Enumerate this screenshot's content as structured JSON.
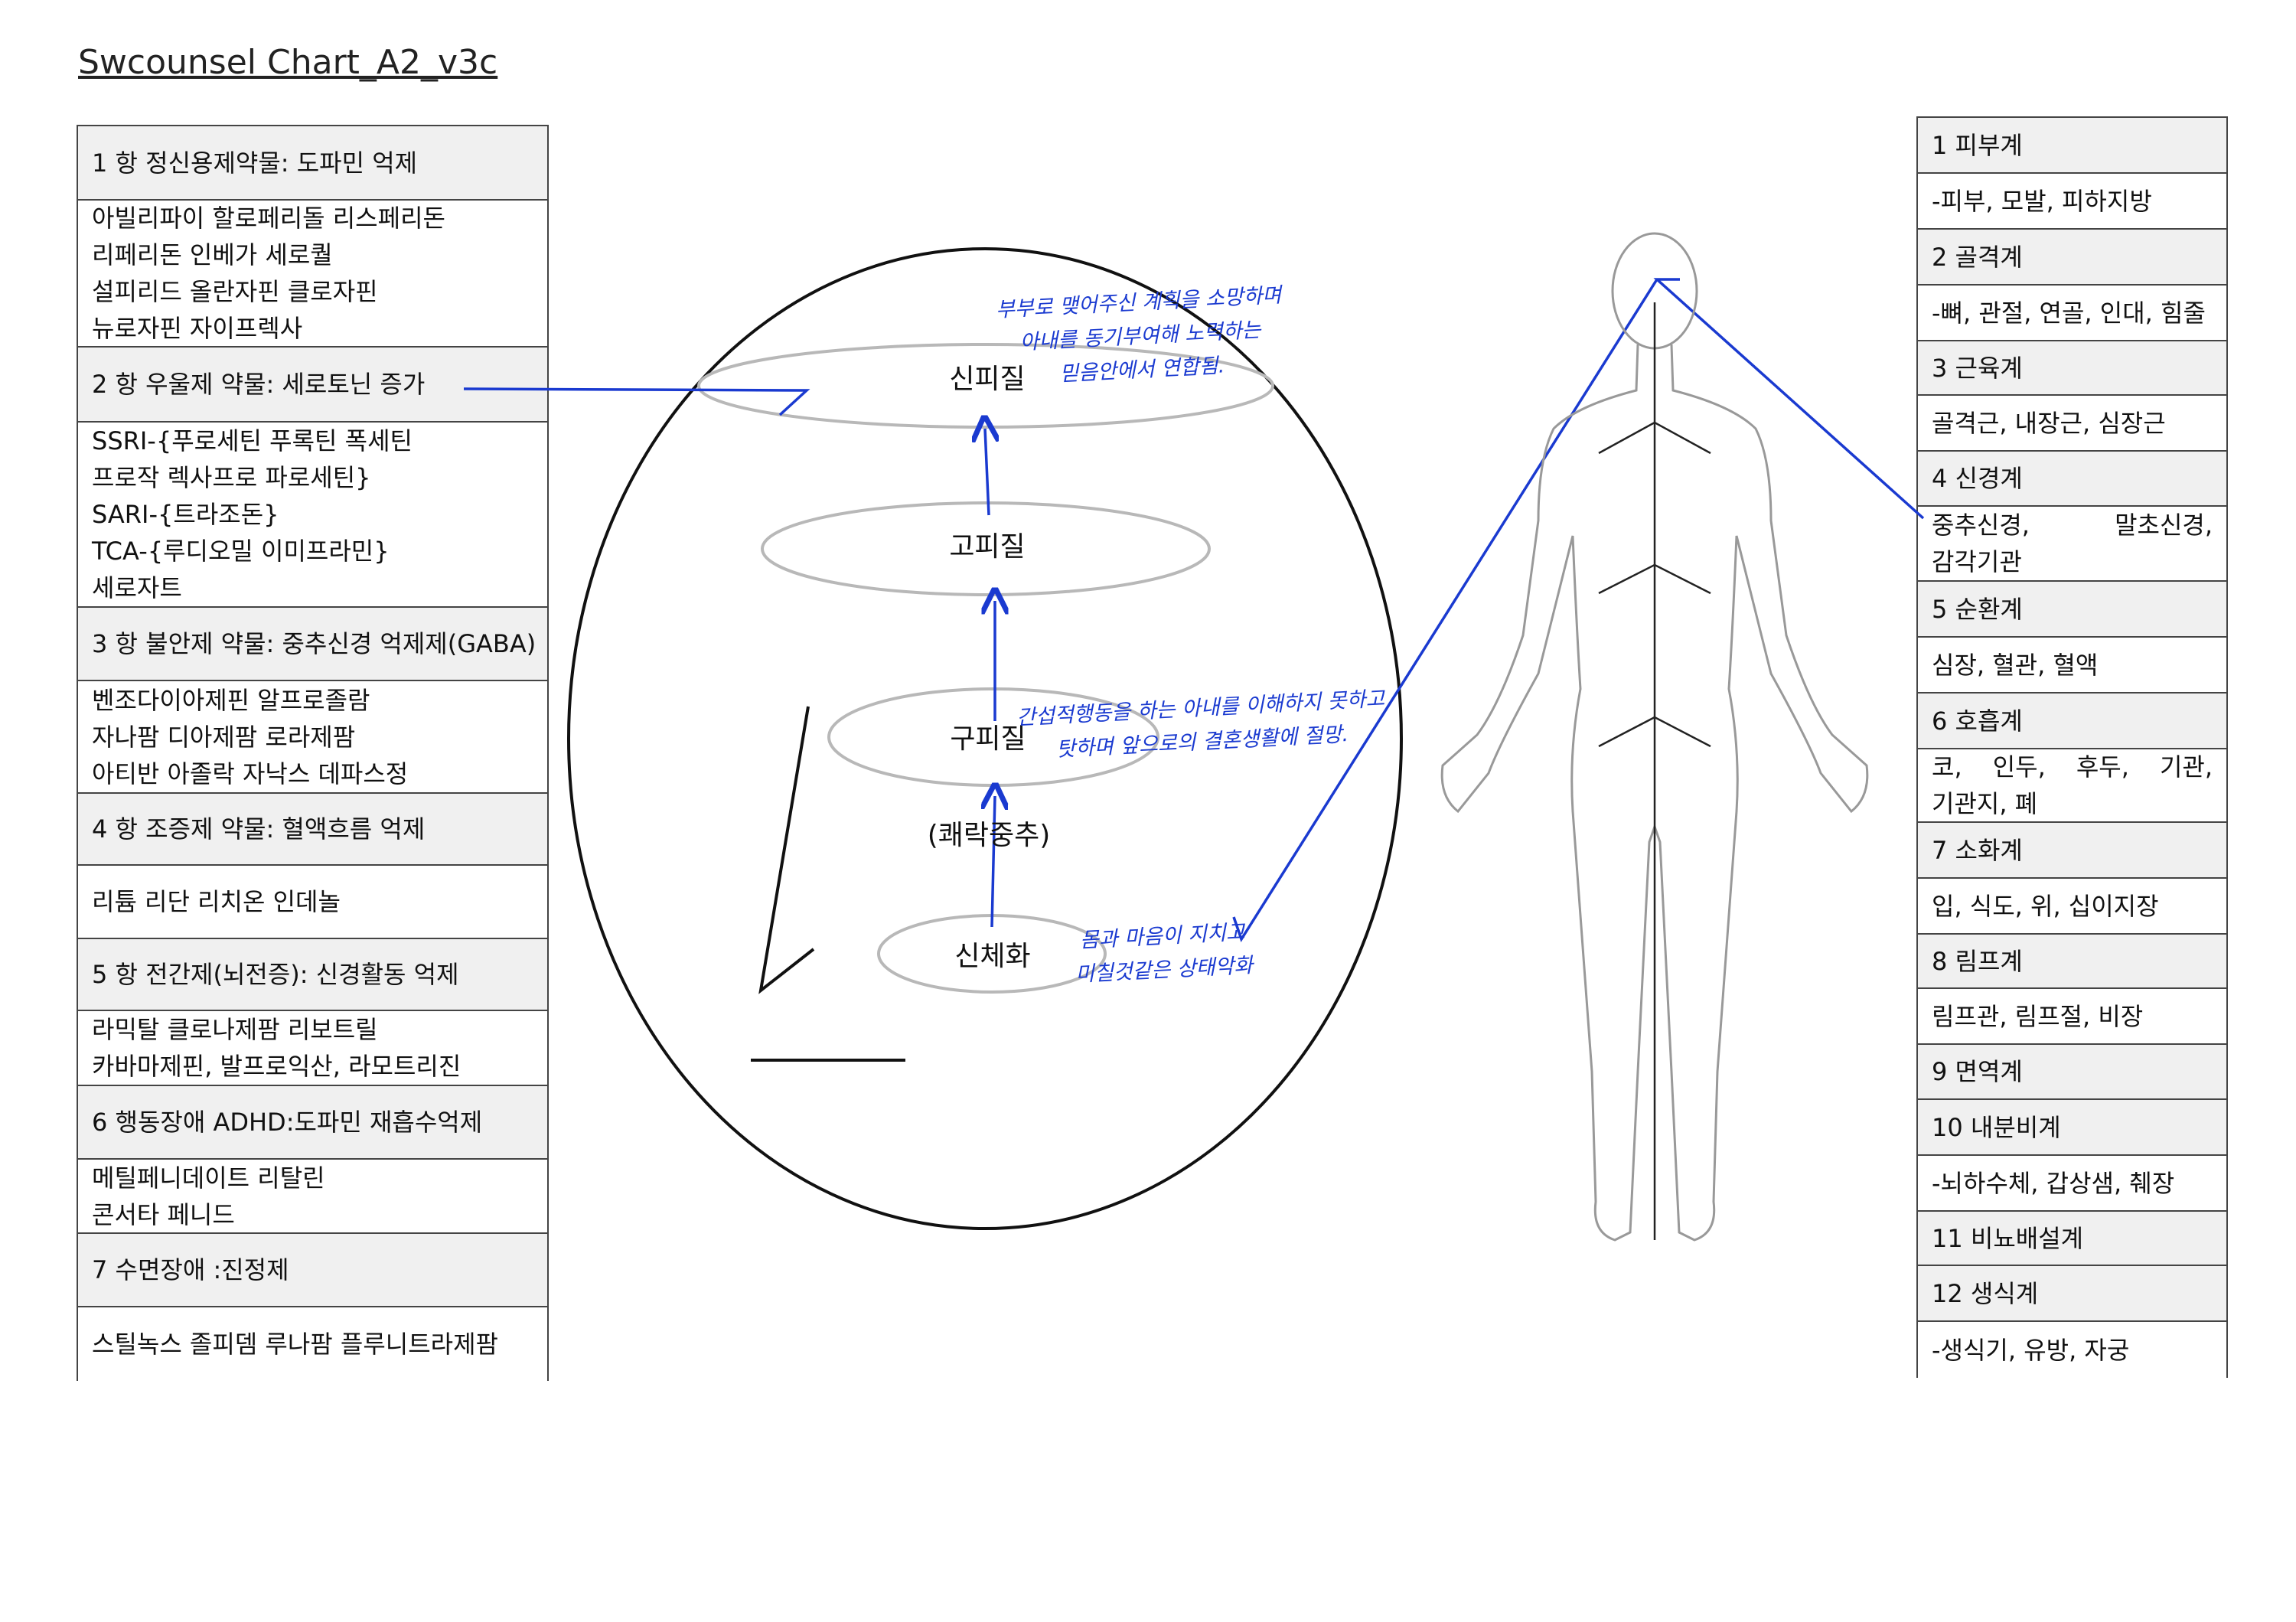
{
  "title": "Swcounsel Chart_A2_v3c",
  "drug_table": [
    {
      "header": "1 항 정신용제약물: 도파민 억제",
      "lines": [
        "아빌리파이 할로페리돌 리스페리돈",
        "리페리돈 인베가 세로퀄",
        "설피리드 올란자핀 클로자핀",
        "뉴로자핀 자이프렉사"
      ]
    },
    {
      "header": "2 항 우울제 약물: 세로토닌 증가",
      "lines": [
        "SSRI-{푸로세틴 푸록틴 폭세틴",
        "프로작 렉사프로 파로세틴}",
        "SARI-{트라조돈}",
        "TCA-{루디오밀 이미프라민}",
        "세로자트"
      ]
    },
    {
      "header": "3 항 불안제 약물: 중추신경 억제제(GABA)",
      "lines": [
        "벤조다이아제핀 알프로졸람",
        "자나팜 디아제팜 로라제팜",
        "아티반 아졸락 자낙스 데파스정"
      ]
    },
    {
      "header": "4 항 조증제 약물: 혈액흐름 억제",
      "lines": [
        "리튬 리단 리치온 인데놀"
      ]
    },
    {
      "header": "5 항 전간제(뇌전증): 신경활동 억제",
      "lines": [
        "라믹탈 클로나제팜 리보트릴",
        "카바마제핀, 발프로익산, 라모트리진"
      ]
    },
    {
      "header": "6 행동장애 ADHD:도파민 재흡수억제",
      "lines": [
        "메틸페니데이트 리탈린",
        "콘서타 페니드"
      ]
    },
    {
      "header": "7 수면장애 :진정제",
      "lines": [
        "스틸녹스 졸피뎀 루나팜 플루니트라제팜"
      ]
    }
  ],
  "brain": {
    "labels": [
      "신피질",
      "고피질",
      "구피질",
      "(쾌락중추)",
      "신체화"
    ],
    "notes": [
      [
        "부부로 맺어주신 계획을 소망하며",
        "아내를 동기부여해 노력하는",
        "믿음안에서 연합됨."
      ],
      [
        "간섭적행동을 하는 아내를 이해하지 못하고",
        "탓하며 앞으로의 결혼생활에 절망."
      ],
      [
        "몸과 마음이 지치고",
        "미칠것같은 상태악화"
      ]
    ]
  },
  "body_systems": [
    {
      "header": "1 피부계",
      "detail": [
        "-피부, 모발, 피하지방"
      ]
    },
    {
      "header": "2 골격계",
      "detail": [
        "-뼈, 관절, 연골, 인대, 힘줄"
      ]
    },
    {
      "header": "3 근육계",
      "detail": [
        "골격근, 내장근, 심장근"
      ]
    },
    {
      "header": "4 신경계",
      "detail": [
        "중추신경, 말초신경,",
        "감각기관"
      ]
    },
    {
      "header": "5 순환계",
      "detail": [
        "심장, 혈관, 혈액"
      ]
    },
    {
      "header": "6 호흡계",
      "detail": [
        "코, 인두, 후두, 기관,",
        "기관지, 폐"
      ]
    },
    {
      "header": "7 소화계",
      "detail": [
        "입, 식도, 위, 십이지장"
      ]
    },
    {
      "header": "8 림프계",
      "detail": [
        "림프관, 림프절, 비장"
      ]
    },
    {
      "header": "9 면역계"
    },
    {
      "header": "10 내분비계",
      "detail": [
        "-뇌하수체, 갑상샘, 췌장"
      ]
    },
    {
      "header": "11 비뇨배설계"
    },
    {
      "header": "12 생식계",
      "detail": [
        "-생식기, 유방, 자궁"
      ]
    }
  ],
  "colors": {
    "ink_blue": "#1a3ad0",
    "header_bg": "#f0f0f0",
    "ellipse_gray": "#b8b8b8"
  }
}
